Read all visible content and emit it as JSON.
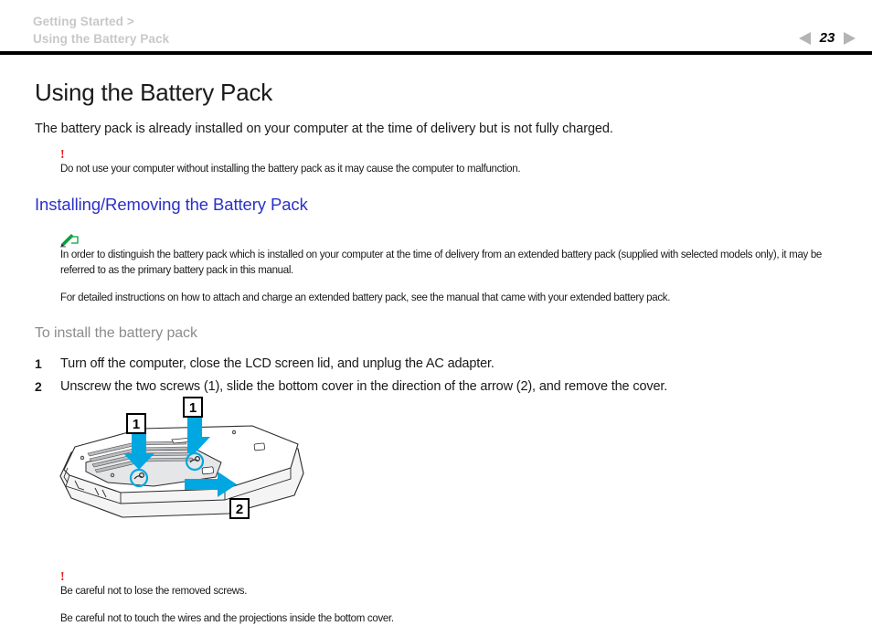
{
  "header": {
    "breadcrumb_line1": "Getting Started >",
    "breadcrumb_line2": "Using the Battery Pack",
    "page_number": "23",
    "prev_arrow_name": "previous-page-arrow",
    "next_arrow_name": "next-page-arrow",
    "breadcrumb_color": "#c8c8c8",
    "rule_color": "#000000"
  },
  "main": {
    "title": "Using the Battery Pack",
    "intro": "The battery pack is already installed on your computer at the time of delivery but is not fully charged.",
    "warning_top": {
      "icon": "exclamation-icon",
      "icon_color": "#e01b1b",
      "text": "Do not use your computer without installing the battery pack as it may cause the computer to malfunction."
    },
    "subtitle": "Installing/Removing the Battery Pack",
    "subtitle_color": "#2b31c8",
    "note": {
      "icon": "note-pencil-icon",
      "icon_color": "#00a03c",
      "paragraph_1": "In order to distinguish the battery pack which is installed on your computer at the time of delivery from an extended battery pack (supplied with selected models only), it may be referred to as the primary battery pack in this manual.",
      "paragraph_2": "For detailed instructions on how to attach and charge an extended battery pack, see the manual that came with your extended battery pack."
    },
    "section_heading": "To install the battery pack",
    "section_heading_color": "#8c8c8c",
    "steps": [
      {
        "number": "1",
        "text": "Turn off the computer, close the LCD screen lid, and unplug the AC adapter."
      },
      {
        "number": "2",
        "text": "Unscrew the two screws (1), slide the bottom cover in the direction of the arrow (2), and remove the cover."
      }
    ],
    "figure": {
      "name": "laptop-bottom-cover-diagram",
      "accent_color": "#00a7e1",
      "callouts": [
        {
          "label": "1",
          "meaning": "screw-left"
        },
        {
          "label": "1",
          "meaning": "screw-right"
        },
        {
          "label": "2",
          "meaning": "slide-direction"
        }
      ]
    },
    "warning_bottom": {
      "icon": "exclamation-icon",
      "icon_color": "#e01b1b",
      "paragraph_1": "Be careful not to lose the removed screws.",
      "paragraph_2": "Be careful not to touch the wires and the projections inside the bottom cover."
    }
  }
}
